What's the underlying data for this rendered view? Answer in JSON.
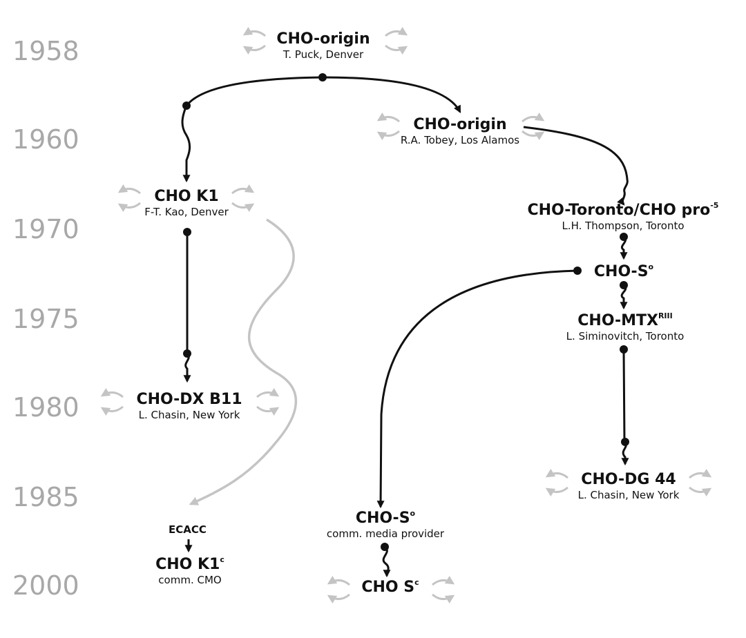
{
  "years": [
    "1958",
    "1960",
    "1970",
    "1975",
    "1980",
    "1985",
    "2000"
  ],
  "nodes": {
    "origin_puck": {
      "name": "CHO-origin",
      "sup": "",
      "sub": "T. Puck, Denver"
    },
    "origin_tobey": {
      "name": "CHO-origin",
      "sup": "",
      "sub": "R.A. Tobey, Los Alamos"
    },
    "k1": {
      "name": "CHO K1",
      "sup": "",
      "sub": "F-T. Kao, Denver"
    },
    "toronto": {
      "name": "CHO-Toronto/CHO pro",
      "sup": "-5",
      "sub": "L.H. Thompson, Toronto"
    },
    "s0_a": {
      "name": "CHO-S",
      "sup": "o",
      "sub": ""
    },
    "mtx": {
      "name": "CHO-MTX",
      "sup": "RIII",
      "sub": "L. Siminovitch, Toronto"
    },
    "dxb11": {
      "name": "CHO-DX B11",
      "sup": "",
      "sub": "L. Chasin, New York"
    },
    "dg44": {
      "name": "CHO-DG 44",
      "sup": "",
      "sub": "L. Chasin, New York"
    },
    "s0_b": {
      "name": "CHO-S",
      "sup": "o",
      "sub": "comm. media provider"
    },
    "k1c": {
      "name": "CHO K1",
      "sup": "c",
      "sub": "comm. CMO"
    },
    "sc": {
      "name": "CHO S",
      "sup": "c",
      "sub": ""
    }
  },
  "ecacc_label": "ECACC",
  "colors": {
    "line": "#111111",
    "grey": "#c4c4c4",
    "year": "#a8a8a8"
  }
}
